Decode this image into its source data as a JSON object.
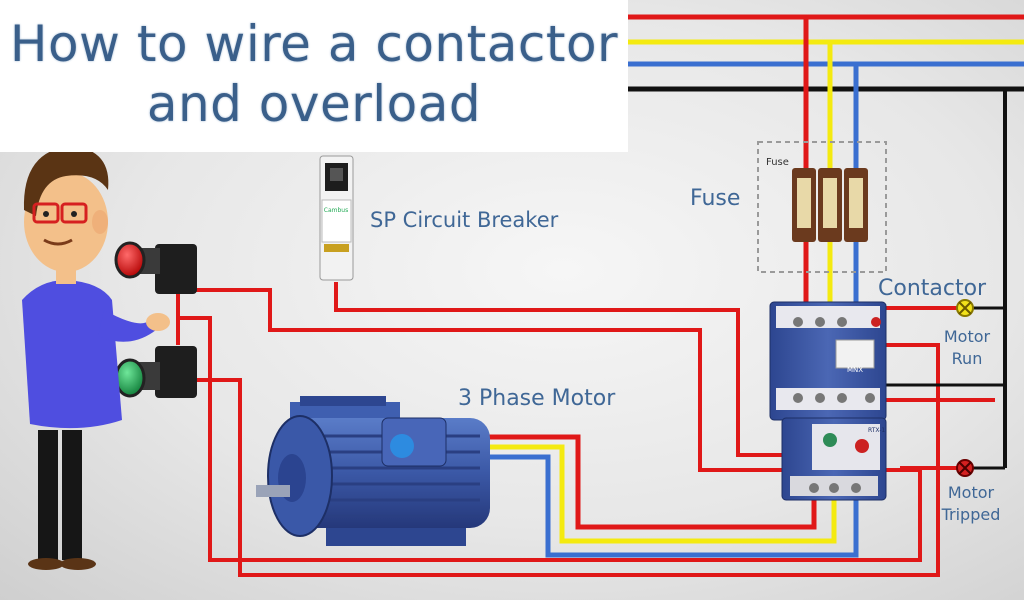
{
  "title": {
    "line1": "How to wire a contactor",
    "line2": "and overload"
  },
  "labels": {
    "sp_circuit_breaker": "SP Circuit Breaker",
    "fuse": "Fuse",
    "contactor": "Contactor",
    "three_phase_motor": "3 Phase Motor",
    "motor_run_line1": "Motor",
    "motor_run_line2": "Run",
    "motor_tripped_line1": "Motor",
    "motor_tripped_line2": "Tripped",
    "fuse_small": "Fuse"
  },
  "device_marks": {
    "breaker_brand": "Cambus",
    "contactor_model": "MNX",
    "overload_model": "RTX-1"
  },
  "colors": {
    "wire_red": "#e01818",
    "wire_yellow": "#f4ea10",
    "wire_blue": "#3a6fd0",
    "wire_black": "#111111",
    "label_text": "#3f6796",
    "device_blue": "#3c5aa8",
    "lamp_run": "#f2e21a",
    "lamp_tripped": "#d42020"
  },
  "icons": {
    "person": "cartoon-man-icon",
    "stop_button": "red-push-button-icon",
    "start_button": "green-push-button-icon",
    "motor": "three-phase-motor-icon",
    "run_lamp": "indicator-lamp-icon",
    "trip_lamp": "indicator-lamp-icon"
  }
}
